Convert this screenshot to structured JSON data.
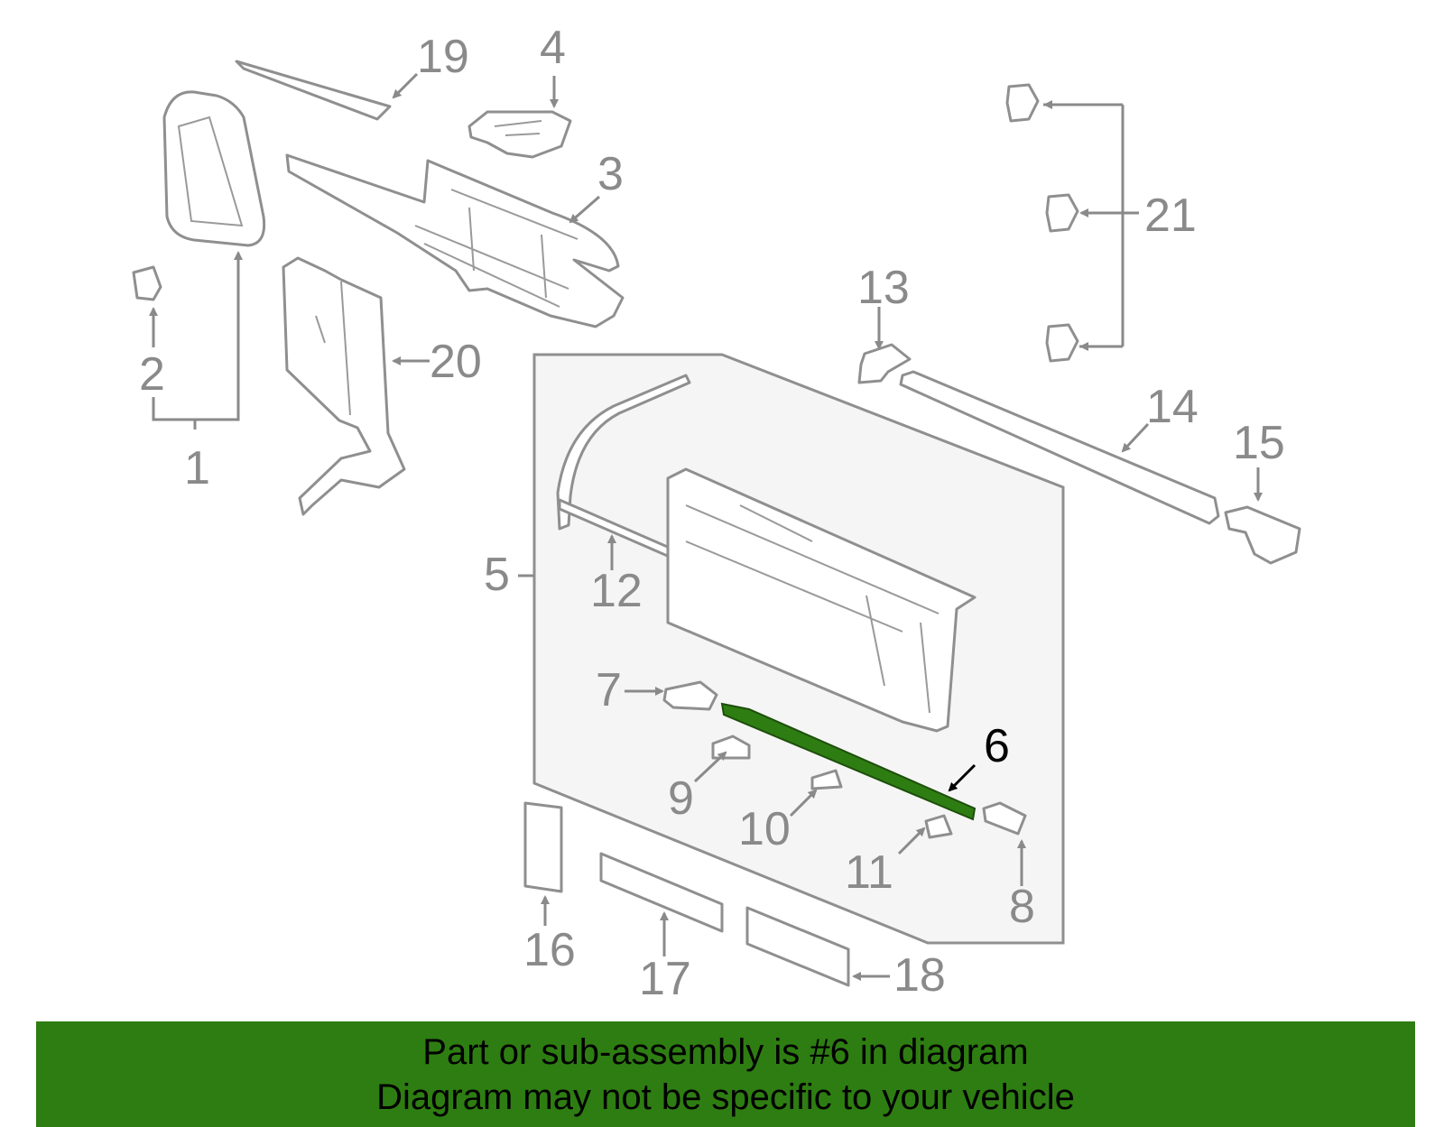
{
  "highlight_color": "#2e7d12",
  "banner": {
    "line1": "Part or sub-assembly is #6 in diagram",
    "line2": "Diagram may not be specific to your vehicle"
  },
  "callouts": {
    "c1": "1",
    "c2": "2",
    "c3": "3",
    "c4": "4",
    "c5": "5",
    "c6": "6",
    "c7": "7",
    "c8": "8",
    "c9": "9",
    "c10": "10",
    "c11": "11",
    "c12": "12",
    "c13": "13",
    "c14": "14",
    "c15": "15",
    "c16": "16",
    "c17": "17",
    "c18": "18",
    "c19": "19",
    "c20": "20",
    "c21": "21"
  }
}
